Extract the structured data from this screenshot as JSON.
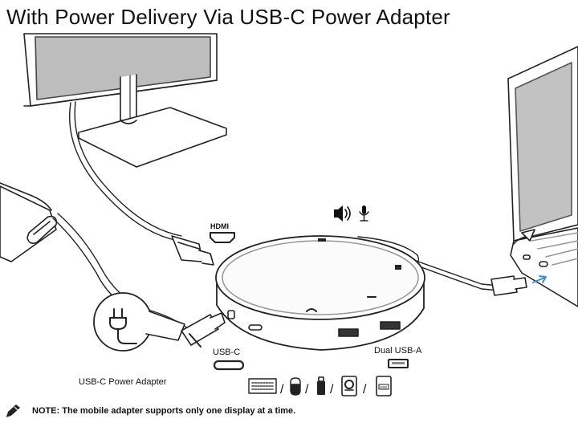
{
  "title": "With Power Delivery Via USB-C Power Adapter",
  "labels": {
    "hdmi": "HDMI",
    "usb_c": "USB-C",
    "dual_usb_a": "Dual USB-A",
    "usb_c_power_adapter": "USB-C Power Adapter",
    "ssd": "SSD",
    "separator": "/"
  },
  "icons": [
    "speaker-icon",
    "microphone-icon",
    "keyboard-icon",
    "mouse-icon",
    "usb-drive-icon",
    "hard-drive-icon",
    "ssd-icon",
    "plug-icon",
    "note-pencil-icon"
  ],
  "note": "NOTE: The mobile adapter supports only one display at a time."
}
